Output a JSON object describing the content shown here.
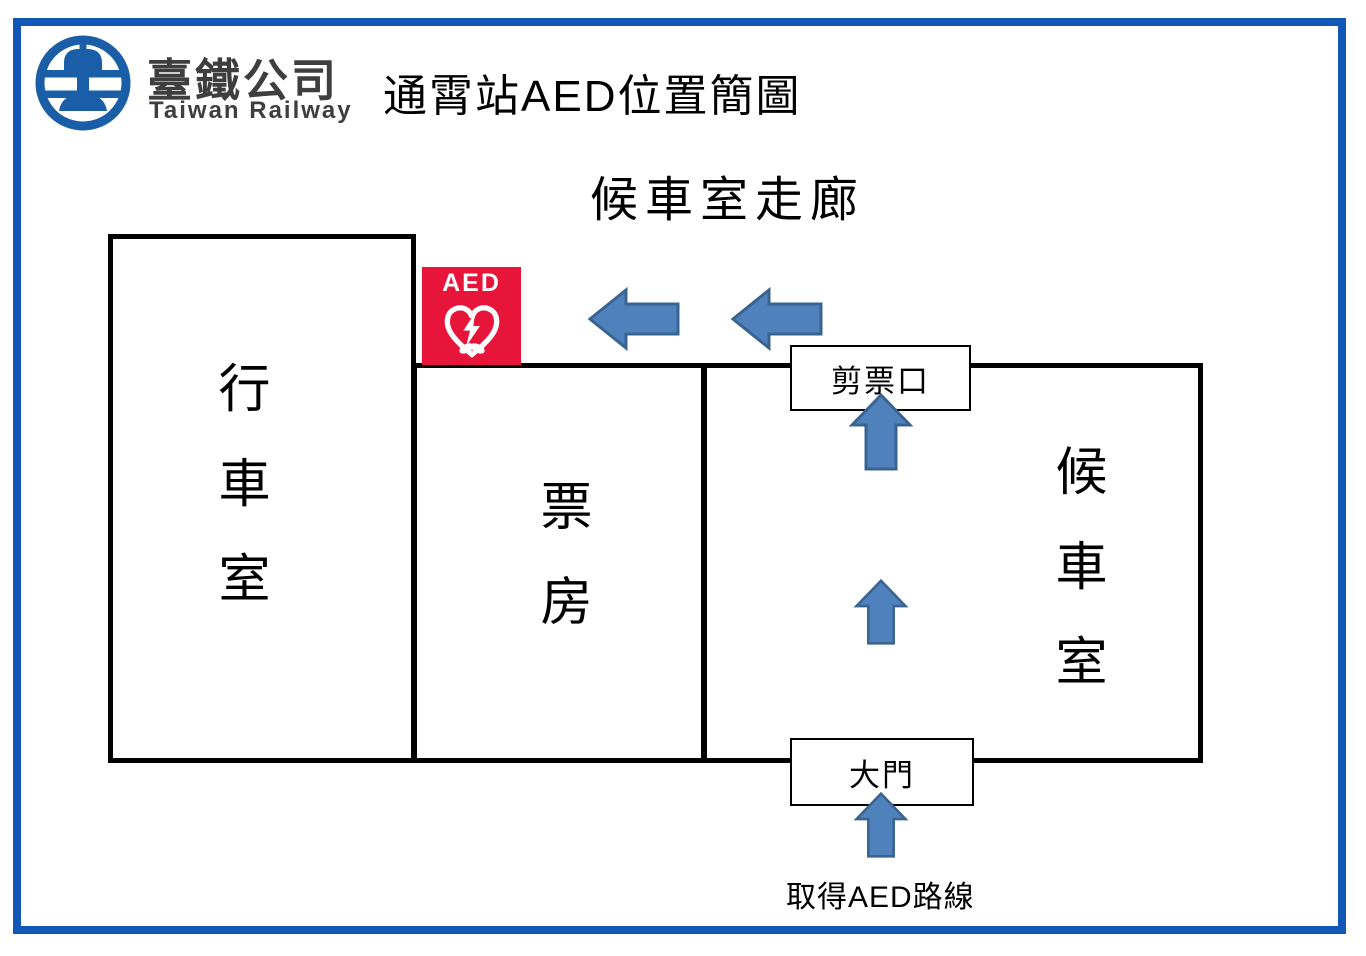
{
  "page": {
    "border_color": "#1057B8",
    "background_color": "#FFFFFF"
  },
  "header": {
    "logo": {
      "icon": "taiwan-railway-logo-icon",
      "color": "#1A5EA8",
      "company_zh": "臺鐵公司",
      "company_en": "Taiwan Railway"
    },
    "title": "通霄站AED位置簡圖"
  },
  "diagram": {
    "corridor_label": "候車室走廊",
    "rooms": [
      {
        "id": "operations-room",
        "label": "行車室"
      },
      {
        "id": "ticket-office",
        "label": "票房"
      },
      {
        "id": "waiting-room",
        "label": "候車室"
      }
    ],
    "aed_sign": {
      "label": "AED",
      "icon": "aed-heart-lightning-icon",
      "background_color": "#E8153B",
      "foreground_color": "#FFFFFF"
    },
    "gates": [
      {
        "id": "ticket-gate",
        "label": "剪票口"
      },
      {
        "id": "main-gate",
        "label": "大門"
      }
    ],
    "route_caption": "取得AED路線",
    "arrows": {
      "fill_color": "#4F81BD",
      "stroke_color": "#3A648F",
      "items": [
        {
          "icon": "arrow-left-icon",
          "direction": "left",
          "from": "ticket-gate area",
          "to": "AED sign"
        },
        {
          "icon": "arrow-left-icon",
          "direction": "left",
          "from": "corridor",
          "to": "AED sign"
        },
        {
          "icon": "arrow-up-icon",
          "direction": "up",
          "from": "waiting room",
          "to": "ticket-gate"
        },
        {
          "icon": "arrow-up-icon",
          "direction": "up",
          "from": "waiting room middle",
          "to": "ticket-gate"
        },
        {
          "icon": "arrow-up-icon",
          "direction": "up",
          "from": "outside",
          "to": "main-gate"
        }
      ]
    }
  }
}
